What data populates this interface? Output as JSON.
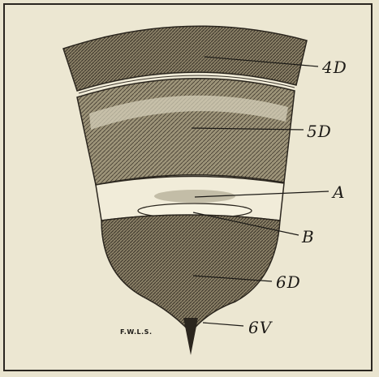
{
  "figure": {
    "labels": {
      "seg_4d": "4D",
      "seg_5d": "5D",
      "part_a": "A",
      "part_b": "B",
      "seg_6d": "6D",
      "seg_6v": "6V"
    },
    "signature": "F.W.L.S."
  },
  "colors": {
    "background": "#ece7d2",
    "ink": "#1c1a16"
  }
}
